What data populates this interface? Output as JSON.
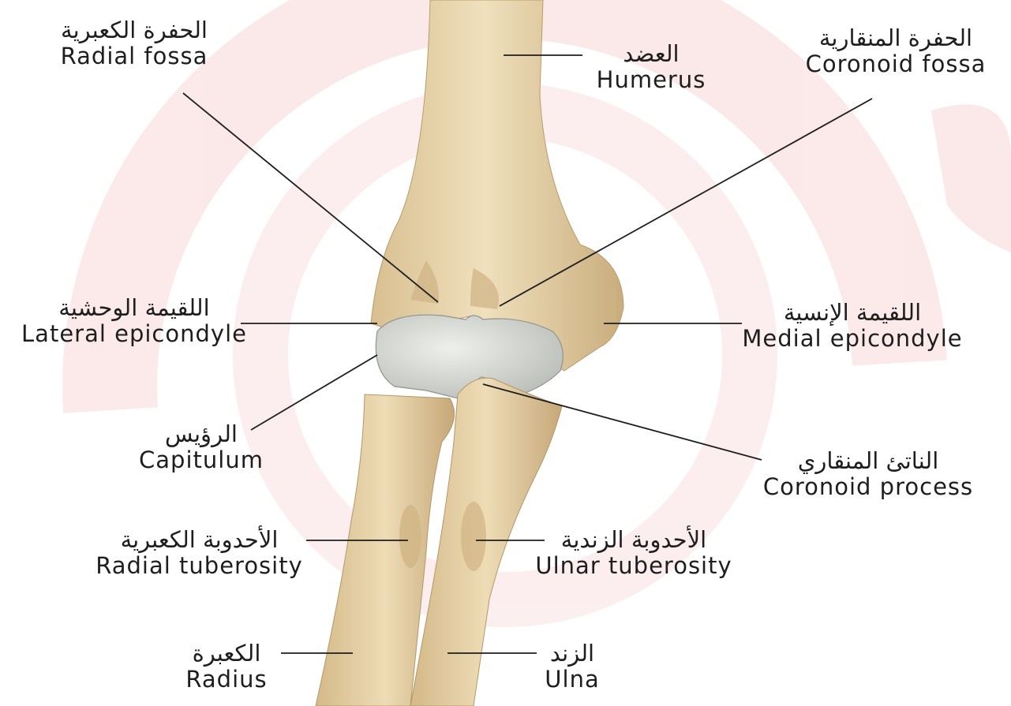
{
  "labels": {
    "radial_fossa": {
      "ar": "الحفرة الكعبرية",
      "en": "Radial fossa"
    },
    "humerus": {
      "ar": "العضد",
      "en": "Humerus"
    },
    "coronoid_fossa": {
      "ar": "الحفرة المنقارية",
      "en": "Coronoid fossa"
    },
    "lateral_epicondyle": {
      "ar": "اللقيمة الوحشية",
      "en": "Lateral epicondyle"
    },
    "medial_epicondyle": {
      "ar": "اللقيمة الإنسية",
      "en": "Medial epicondyle"
    },
    "capitulum": {
      "ar": "الرؤيس",
      "en": "Capitulum"
    },
    "coronoid_process": {
      "ar": "الناتئ المنقاري",
      "en": "Coronoid process"
    },
    "radial_tuberosity": {
      "ar": "الأحدوبة الكعبرية",
      "en": "Radial tuberosity"
    },
    "ulnar_tuberosity": {
      "ar": "الأحدوبة الزندية",
      "en": "Ulnar tuberosity"
    },
    "radius": {
      "ar": "الكعبرة",
      "en": "Radius"
    },
    "ulna": {
      "ar": "الزند",
      "en": "Ulna"
    }
  },
  "colors": {
    "bone": "#e9d7b2",
    "bone_shadow": "#cdb487",
    "cartilage": "#d9dcd8",
    "watermark": "#fbe8e8",
    "leader": "#1e1e1e"
  }
}
